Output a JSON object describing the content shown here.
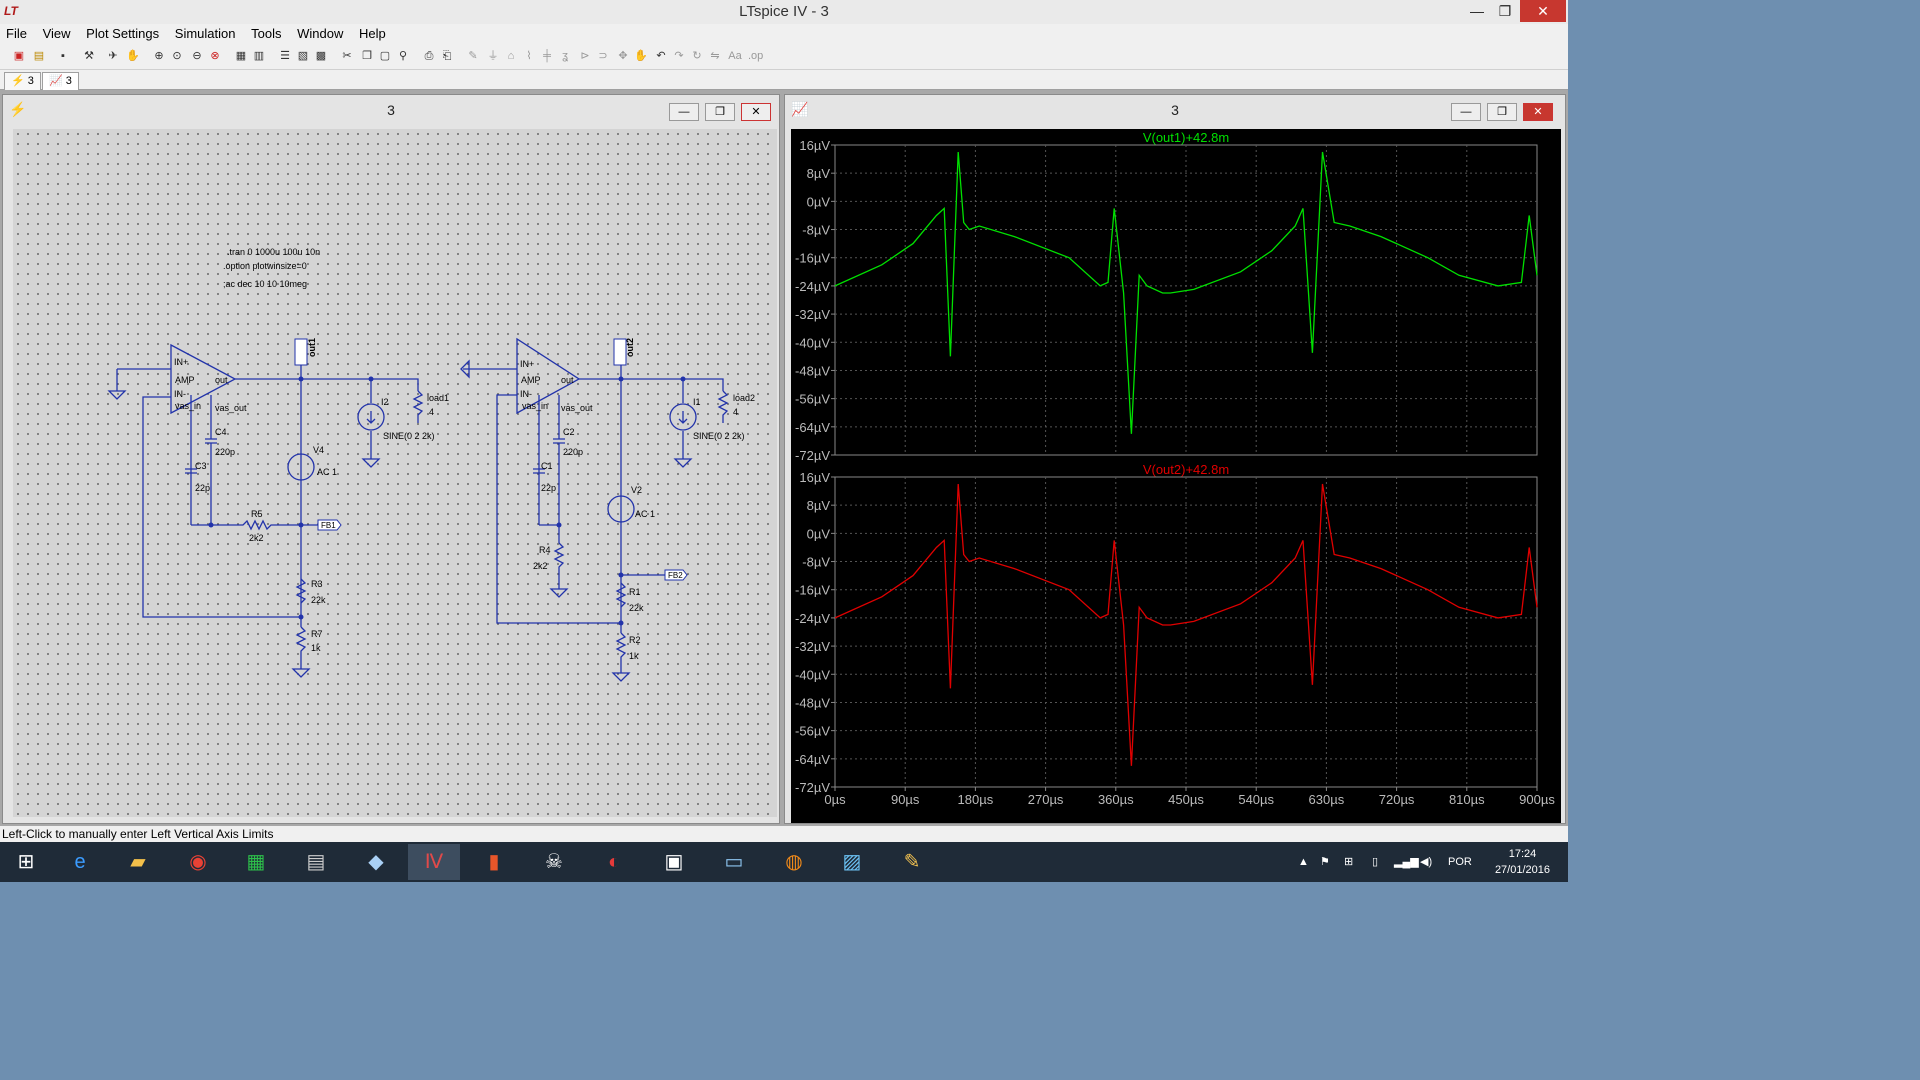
{
  "window": {
    "title": "LTspice IV - 3",
    "minimize": "—",
    "maximize": "❐",
    "close": "✕"
  },
  "menu": [
    "File",
    "View",
    "Plot Settings",
    "Simulation",
    "Tools",
    "Window",
    "Help"
  ],
  "tabs": [
    {
      "label": "3",
      "icon": "schematic-icon"
    },
    {
      "label": "3",
      "icon": "waveform-icon"
    }
  ],
  "schematic": {
    "title": "3",
    "directives": [
      ".tran 0 1000u 100u 10n",
      ".option plotwinsize=0",
      ";ac dec 10 10 10meg"
    ],
    "left": {
      "amp": {
        "in_plus": "IN+",
        "name": "AMP",
        "in_minus": "IN-",
        "vas_in": "vas_in",
        "out": "out",
        "vas_out": "vas_out"
      },
      "net_out": "out1",
      "i_src": "I2",
      "sine": "SINE(0 2 2k)",
      "load": "load1",
      "load_val": "4",
      "c4": "C4",
      "c4_val": "220p",
      "c3": "C3",
      "c3_val": "22p",
      "v4": "V4",
      "v4_val": "AC 1",
      "r5": "R5",
      "r5_val": "2k2",
      "fb": "FB1",
      "r3": "R3",
      "r3_val": "22k",
      "r7": "R7",
      "r7_val": "1k"
    },
    "right": {
      "amp": {
        "in_plus": "IN+",
        "name": "AMP",
        "in_minus": "IN-",
        "vas_in": "vas_in",
        "out": "out",
        "vas_out": "vas_out"
      },
      "net_out": "out2",
      "i_src": "I1",
      "sine": "SINE(0 2 2k)",
      "load": "load2",
      "load_val": "4",
      "c2": "C2",
      "c2_val": "220p",
      "c1": "C1",
      "c1_val": "22p",
      "v2": "V2",
      "v2_val": "AC 1",
      "r4": "R4",
      "r4_val": "2k2",
      "fb": "FB2",
      "r1": "R1",
      "r1_val": "22k",
      "r2": "R2",
      "r2_val": "1k"
    }
  },
  "waveform": {
    "title": "3",
    "chart_data": [
      {
        "type": "line",
        "title": "V(out1)+42.8m",
        "color": "#00e000",
        "ylim": [
          -72,
          16
        ],
        "xlim": [
          0,
          900
        ],
        "yticks": [
          "16µV",
          "8µV",
          "0µV",
          "-8µV",
          "-16µV",
          "-24µV",
          "-32µV",
          "-40µV",
          "-48µV",
          "-56µV",
          "-64µV",
          "-72µV"
        ],
        "x": [
          0,
          60,
          100,
          130,
          140,
          148,
          158,
          165,
          172,
          185,
          230,
          300,
          340,
          350,
          358,
          370,
          380,
          390,
          400,
          420,
          430,
          460,
          520,
          560,
          590,
          600,
          612,
          625,
          640,
          660,
          700,
          760,
          800,
          850,
          880,
          890,
          900
        ],
        "y": [
          -24,
          -18,
          -12,
          -4,
          -2,
          -44,
          14,
          -6,
          -8,
          -7,
          -10,
          -16,
          -24,
          -23,
          -2,
          -26,
          -66,
          -21,
          -24,
          -26,
          -26,
          -25,
          -20,
          -14,
          -7,
          -2,
          -43,
          14,
          -6,
          -7,
          -10,
          -16,
          -21,
          -24,
          -23,
          -4,
          -21
        ]
      },
      {
        "type": "line",
        "title": "V(out2)+42.8m",
        "color": "#e00000",
        "ylim": [
          -72,
          16
        ],
        "xlim": [
          0,
          900
        ],
        "yticks": [
          "16µV",
          "8µV",
          "0µV",
          "-8µV",
          "-16µV",
          "-24µV",
          "-32µV",
          "-40µV",
          "-48µV",
          "-56µV",
          "-64µV",
          "-72µV"
        ],
        "xticks": [
          "0µs",
          "90µs",
          "180µs",
          "270µs",
          "360µs",
          "450µs",
          "540µs",
          "630µs",
          "720µs",
          "810µs",
          "900µs"
        ],
        "x": [
          0,
          60,
          100,
          130,
          140,
          148,
          158,
          165,
          172,
          185,
          230,
          300,
          340,
          350,
          358,
          370,
          380,
          390,
          400,
          420,
          430,
          460,
          520,
          560,
          590,
          600,
          612,
          625,
          640,
          660,
          700,
          760,
          800,
          850,
          880,
          890,
          900
        ],
        "y": [
          -24,
          -18,
          -12,
          -4,
          -2,
          -44,
          14,
          -6,
          -8,
          -7,
          -10,
          -16,
          -24,
          -23,
          -2,
          -26,
          -66,
          -21,
          -24,
          -26,
          -26,
          -25,
          -20,
          -14,
          -7,
          -2,
          -43,
          14,
          -6,
          -7,
          -10,
          -16,
          -21,
          -24,
          -23,
          -4,
          -21
        ]
      }
    ]
  },
  "status": "Left-Click to manually enter Left Vertical Axis Limits",
  "taskbar": {
    "lang": "POR",
    "time": "17:24",
    "date": "27/01/2016"
  }
}
